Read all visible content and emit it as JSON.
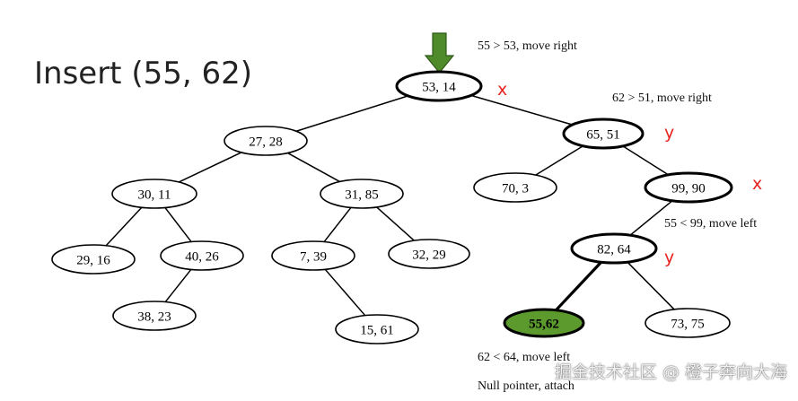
{
  "title": "Insert (55, 62)",
  "nodes": [
    {
      "id": "n1",
      "label": "53, 14",
      "highlight": false,
      "bold": true
    },
    {
      "id": "n2",
      "label": "27, 28",
      "highlight": false,
      "bold": false
    },
    {
      "id": "n3",
      "label": "65, 51",
      "highlight": false,
      "bold": true
    },
    {
      "id": "n4",
      "label": "30, 11",
      "highlight": false,
      "bold": false
    },
    {
      "id": "n5",
      "label": "31, 85",
      "highlight": false,
      "bold": false
    },
    {
      "id": "n6",
      "label": "70, 3",
      "highlight": false,
      "bold": false
    },
    {
      "id": "n7",
      "label": "99, 90",
      "highlight": false,
      "bold": true
    },
    {
      "id": "n8",
      "label": "29, 16",
      "highlight": false,
      "bold": false
    },
    {
      "id": "n9",
      "label": "40, 26",
      "highlight": false,
      "bold": false
    },
    {
      "id": "n10",
      "label": "7, 39",
      "highlight": false,
      "bold": false
    },
    {
      "id": "n11",
      "label": "32, 29",
      "highlight": false,
      "bold": false
    },
    {
      "id": "n12",
      "label": "82, 64",
      "highlight": false,
      "bold": true
    },
    {
      "id": "n13",
      "label": "38, 23",
      "highlight": false,
      "bold": false
    },
    {
      "id": "n14",
      "label": "15, 61",
      "highlight": false,
      "bold": false
    },
    {
      "id": "n15",
      "label": "55,62",
      "highlight": true,
      "bold": true
    },
    {
      "id": "n16",
      "label": "73, 75",
      "highlight": false,
      "bold": false
    }
  ],
  "edges": [
    {
      "from": "n1",
      "to": "n2",
      "bold": false
    },
    {
      "from": "n1",
      "to": "n3",
      "bold": false
    },
    {
      "from": "n2",
      "to": "n4",
      "bold": false
    },
    {
      "from": "n2",
      "to": "n5",
      "bold": false
    },
    {
      "from": "n3",
      "to": "n6",
      "bold": false
    },
    {
      "from": "n3",
      "to": "n7",
      "bold": false
    },
    {
      "from": "n4",
      "to": "n8",
      "bold": false
    },
    {
      "from": "n4",
      "to": "n9",
      "bold": false
    },
    {
      "from": "n5",
      "to": "n10",
      "bold": false
    },
    {
      "from": "n5",
      "to": "n11",
      "bold": false
    },
    {
      "from": "n7",
      "to": "n12",
      "bold": false
    },
    {
      "from": "n9",
      "to": "n13",
      "bold": false
    },
    {
      "from": "n10",
      "to": "n14",
      "bold": false
    },
    {
      "from": "n12",
      "to": "n15",
      "bold": true
    },
    {
      "from": "n12",
      "to": "n16",
      "bold": false
    }
  ],
  "notes": {
    "step1": "55 > 53, move right",
    "step2": "62 > 51, move right",
    "step3": "55 < 99, move left",
    "step4": "62 < 64, move left",
    "step5": "Null pointer, attach"
  },
  "dimension_marks": {
    "root": "x",
    "n3": "y",
    "n7": "x",
    "n12": "y"
  },
  "colors": {
    "highlight_fill": "#5c9a2e",
    "arrow_fill": "#4f8a2b",
    "dimension_mark": "#e8231f"
  },
  "watermark": "掘金技术社区 @ 橙子奔向大海"
}
